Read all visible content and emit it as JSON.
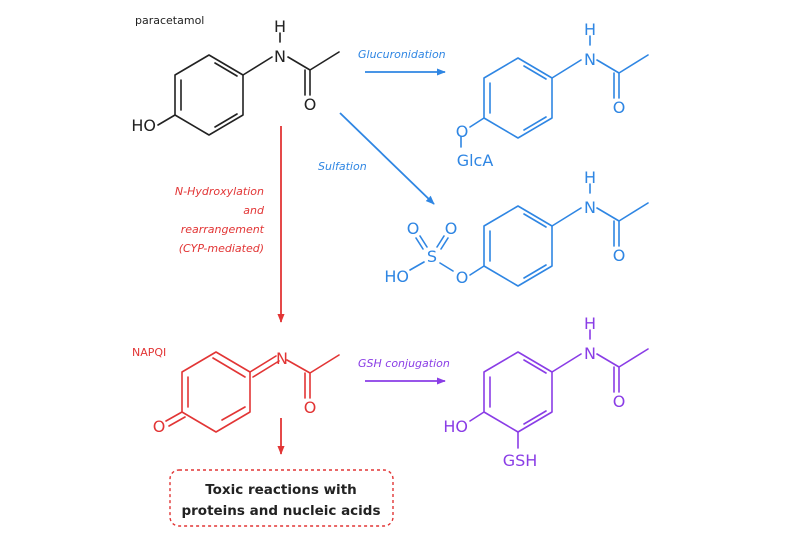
{
  "colors": {
    "parent": "#222222",
    "conjugation": "#2f86e3",
    "toxic": "#e23535",
    "gsh": "#8a3de6",
    "box_border": "#e23535"
  },
  "molecules": {
    "paracetamol": {
      "name": "paracetamol",
      "n_label": "N",
      "h_label": "H",
      "o_label": "O",
      "ho_label": "HO"
    },
    "glucuronide": {
      "n_label": "N",
      "h_label": "H",
      "o_label": "O",
      "ring_o_label": "O",
      "glca_label": "GlcA"
    },
    "sulfate": {
      "n_label": "N",
      "h_label": "H",
      "o_label": "O",
      "s_label": "S",
      "ho_label": "HO",
      "o_top_left": "O",
      "o_top_right": "O",
      "o_bridge": "O"
    },
    "napqi": {
      "name": "NAPQI",
      "n_label": "N",
      "o_label": "O",
      "ring_o_label": "O"
    },
    "gsh_conjugate": {
      "n_label": "N",
      "h_label": "H",
      "o_label": "O",
      "ho_label": "HO",
      "gsh_label": "GSH"
    }
  },
  "reactions": {
    "glucuronidation": "Glucuronidation",
    "sulfation": "Sulfation",
    "hydroxylation": [
      "N-Hydroxylation",
      "and",
      "rearrangement",
      "(CYP-mediated)"
    ],
    "gsh_conjugation": "GSH conjugation"
  },
  "toxic_box": {
    "line1": "Toxic reactions with",
    "line2": "proteins and nucleic acids"
  }
}
